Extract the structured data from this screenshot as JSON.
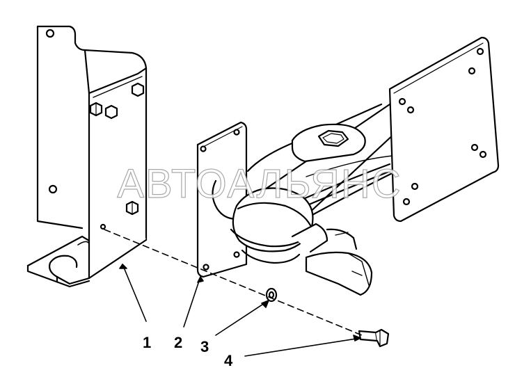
{
  "diagram": {
    "watermark": "АВТОАЛЬЯНС",
    "callouts": [
      {
        "id": "1",
        "label": "1"
      },
      {
        "id": "2",
        "label": "2"
      },
      {
        "id": "3",
        "label": "3"
      },
      {
        "id": "4",
        "label": "4"
      }
    ]
  }
}
